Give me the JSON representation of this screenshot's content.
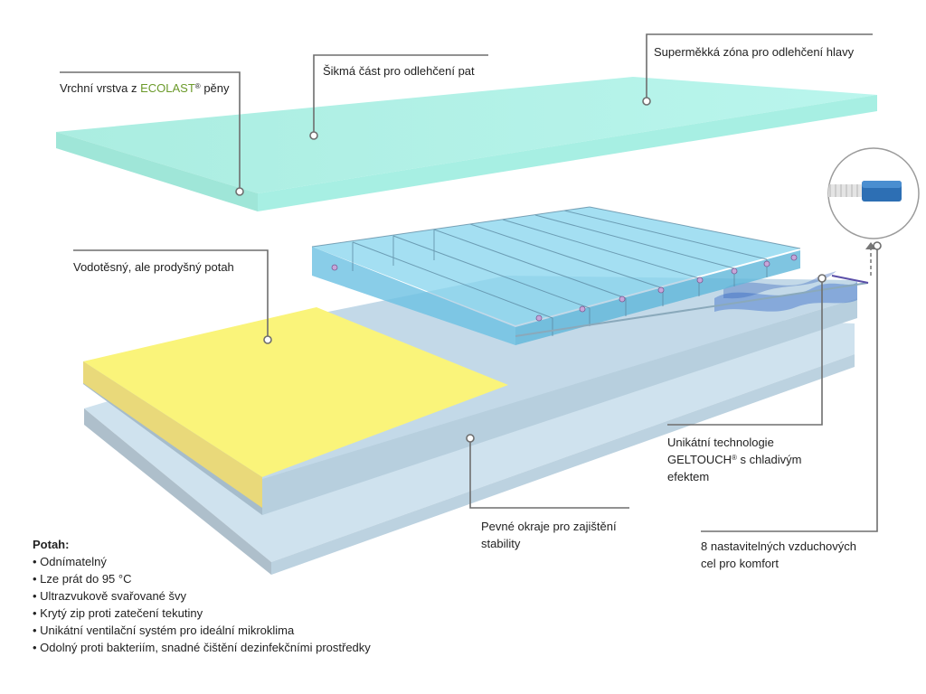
{
  "labels": {
    "top_layer": {
      "pre": "Vrchní vrstva z ",
      "accent": "ECOLAST",
      "mark": "®",
      "post": " pěny"
    },
    "heel_part": "Šikmá část pro odlehčení pat",
    "head_zone": "Superměkká zóna pro odlehčení hlavy",
    "cover": "Vodotěsný, ale prodyšný potah",
    "gel": {
      "line1": "Unikátní technologie",
      "line2_pre": "GELTOUCH",
      "mark": "®",
      "line2_post": " s chladivým",
      "line3": "efektem"
    },
    "edges": {
      "line1": "Pevné okraje pro zajištění",
      "line2": "stability"
    },
    "cells": {
      "line1": "8 nastavitelných vzduchových",
      "line2": "cel pro komfort"
    }
  },
  "legend": {
    "title": "Potah:",
    "items": [
      "Odnímatelný",
      "Lze prát do 95 °C",
      "Ultrazvukově svařované švy",
      "Krytý zip proti zatečení tekutiny",
      "Unikátní ventilační systém pro ideální mikroklima",
      "Odolný proti bakteriím, snadné čištění dezinfekčními prostředky"
    ]
  },
  "colors": {
    "foam": "#aef1e6",
    "cover_yellow": "#fbf372",
    "base": "#c6dcea",
    "air_cells": "#7fd0ec",
    "leader_line": "#6e6e6e"
  },
  "icons": [
    "valve-icon"
  ]
}
